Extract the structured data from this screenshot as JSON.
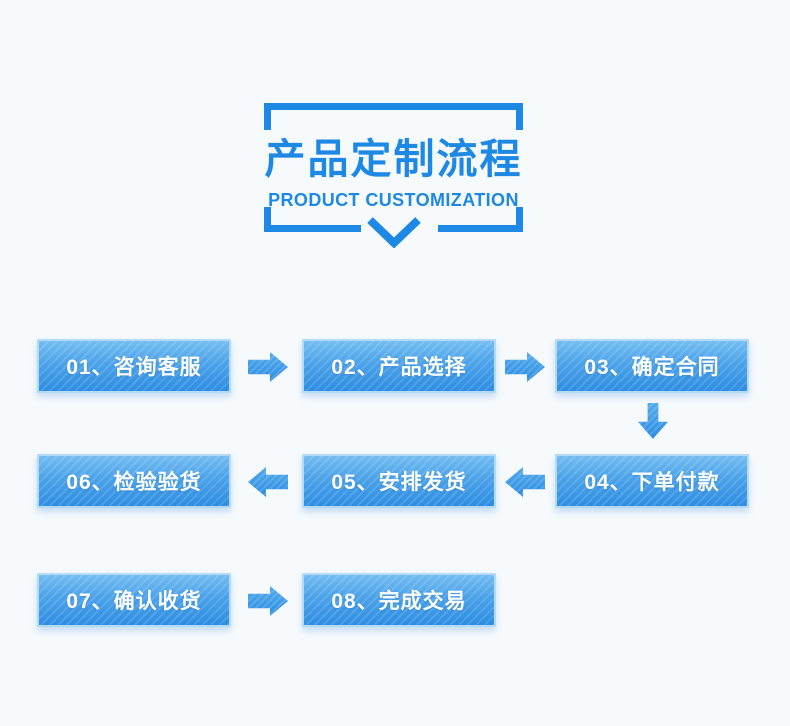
{
  "header": {
    "title_zh": "产品定制流程",
    "title_en": "PRODUCT CUSTOMIZATION",
    "accent_color": "#1e88e5"
  },
  "flow": {
    "steps": [
      {
        "num": "01",
        "label": "01、咨询客服"
      },
      {
        "num": "02",
        "label": "02、产品选择"
      },
      {
        "num": "03",
        "label": "03、确定合同"
      },
      {
        "num": "04",
        "label": "04、下单付款"
      },
      {
        "num": "05",
        "label": "05、安排发货"
      },
      {
        "num": "06",
        "label": "06、检验验货"
      },
      {
        "num": "07",
        "label": "07、确认收货"
      },
      {
        "num": "08",
        "label": "08、完成交易"
      }
    ],
    "connections": [
      "step-01 -> step-02",
      "step-02 -> step-03",
      "step-03 -> step-04 (down)",
      "step-04 -> step-05",
      "step-05 -> step-06",
      "step-07 -> step-08"
    ],
    "colors": {
      "box_gradient_top": "#72bcf1",
      "box_gradient_bottom": "#2e8de2",
      "box_border": "#b3dbf6",
      "arrow": "#2b8ce2",
      "background": "#f6fafd",
      "box_text": "#ffffff"
    }
  }
}
